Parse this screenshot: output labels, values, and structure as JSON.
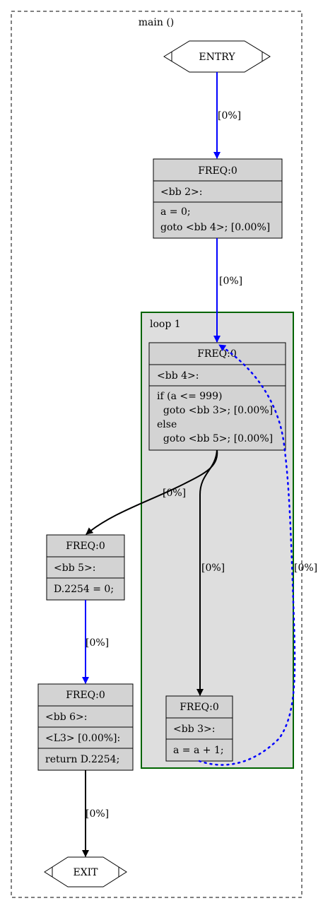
{
  "graph": {
    "title": "main ()",
    "loop_label": "loop 1",
    "colors": {
      "flow_edge": "#0000ff",
      "cond_edge": "#000000",
      "back_edge": "#0000ff",
      "node_fill": "#d3d3d3",
      "loop_fill": "#dedede",
      "loop_border": "#006400"
    },
    "nodes": {
      "entry": {
        "label": "ENTRY"
      },
      "exit": {
        "label": "EXIT"
      },
      "bb2": {
        "freq": "FREQ:0",
        "name": "<bb 2>:",
        "line1": "a = 0;",
        "line2": "goto <bb 4>; [0.00%]"
      },
      "bb4": {
        "freq": "FREQ:0",
        "name": "<bb 4>:",
        "line1": "if (a <= 999)",
        "line2": "  goto <bb 3>; [0.00%]",
        "line3": "else",
        "line4": "  goto <bb 5>; [0.00%]"
      },
      "bb5": {
        "freq": "FREQ:0",
        "name": "<bb 5>:",
        "line1": "D.2254 = 0;"
      },
      "bb3": {
        "freq": "FREQ:0",
        "name": "<bb 3>:",
        "line1": "a = a + 1;"
      },
      "bb6": {
        "freq": "FREQ:0",
        "name": "<bb 6>:",
        "line1": "<L3> [0.00%]:",
        "line2": "return D.2254;"
      }
    },
    "edges": {
      "entry_bb2": "[0%]",
      "bb2_bb4": "[0%]",
      "bb4_bb5": "[0%]",
      "bb4_bb3": "[0%]",
      "bb3_bb4": "[0%]",
      "bb5_bb6": "[0%]",
      "bb6_exit": "[0%]"
    }
  }
}
